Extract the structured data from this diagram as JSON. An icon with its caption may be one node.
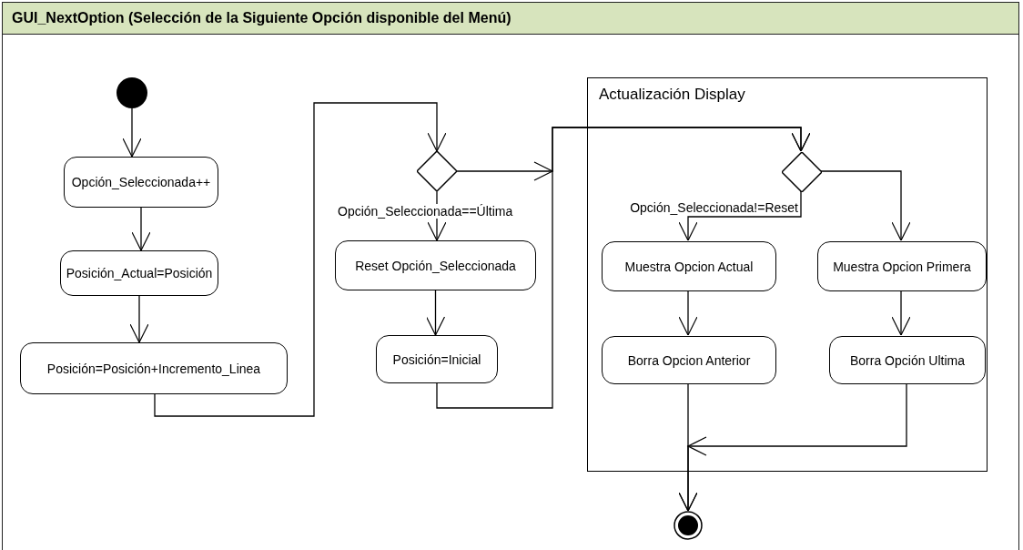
{
  "diagram": {
    "title": "GUI_NextOption (Selección de la Siguiente Opción disponible del Menú)",
    "nodes": [
      {
        "text": [],
        "shape": "circle"
      },
      {
        "text": [
          "Opción_Seleccionada++"
        ]
      },
      {
        "text": [
          "Posición_Actual=Posición"
        ]
      },
      {
        "text": [
          "Posición=Posición+Incremento_Linea"
        ]
      },
      {
        "text": [],
        "shape": "diamond"
      },
      {
        "text": [
          "Reset Opción_Seleccionada"
        ]
      },
      {
        "text": [
          "Posición=Inicial"
        ]
      },
      {
        "text": [
          "Actualización Display"
        ]
      },
      {
        "text": [],
        "shape": "diamond",
        "in": 7
      },
      {
        "text": [
          "Muestra Opcion Actual"
        ],
        "in": 7
      },
      {
        "text": [
          "Muestra Opcion Primera"
        ],
        "in": 7
      },
      {
        "text": [
          "Borra Opcion Anterior"
        ],
        "in": 7
      },
      {
        "text": [
          "Borra Opción Ultima"
        ],
        "in": 7
      },
      {
        "text": [],
        "shape": "bullseye"
      }
    ],
    "edges": [
      {
        "from": 0,
        "to": 1,
        "arrow": "to"
      },
      {
        "from": 1,
        "to": 2,
        "arrow": "to"
      },
      {
        "from": 2,
        "to": 3,
        "arrow": "to"
      },
      {
        "from": 3,
        "to": 4,
        "arrow": "to"
      },
      {
        "from": 4,
        "to": 5,
        "arrow": "to",
        "label": "Opción_Seleccionada==Última"
      },
      {
        "from": 4,
        "to": 8,
        "arrow": "to"
      },
      {
        "from": 5,
        "to": 6,
        "arrow": "to"
      },
      {
        "from": 6,
        "to": 8,
        "arrow": "to"
      },
      {
        "from": 8,
        "to": 9,
        "arrow": "to",
        "label": "Opción_Seleccionada!=Reset"
      },
      {
        "from": 8,
        "to": 10,
        "arrow": "to"
      },
      {
        "from": 9,
        "to": 11,
        "arrow": "to"
      },
      {
        "from": 10,
        "to": 12,
        "arrow": "to"
      },
      {
        "from": 11,
        "to": 13,
        "arrow": "to"
      },
      {
        "from": 12,
        "to": 13,
        "arrow": "to"
      }
    ]
  }
}
